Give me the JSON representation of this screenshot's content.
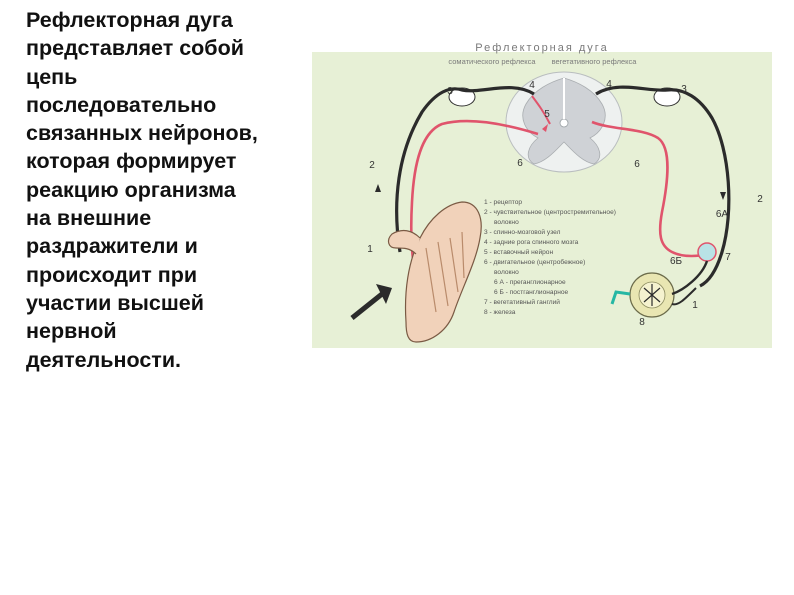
{
  "slide": {
    "lines": [
      "Рефлекторная дуга",
      "представляет собой",
      "цепь",
      "последовательно",
      "связанных нейронов,",
      "которая формирует",
      "реакцию организма",
      "на внешние",
      "раздражители и",
      "происходит при",
      "участии высшей",
      "нервной",
      "деятельности."
    ]
  },
  "figure": {
    "title": "Рефлекторная дуга",
    "subtitle_left": "соматического рефлекса",
    "subtitle_right": "вегетативного рефлекса",
    "labels": {
      "l1": "1",
      "l2": "2",
      "l3": "3",
      "l4": "4",
      "l5": "5",
      "l6": "6",
      "r1": "1",
      "r2": "2",
      "r3": "3",
      "r4": "4",
      "r6": "6",
      "r6a": "6А",
      "r6b": "6Б",
      "r7": "7",
      "r8": "8"
    },
    "legend": [
      "1 - рецептор",
      "2 - чувствительное (центростремительное)",
      "волокно",
      "3 - спинно-мозговой узел",
      "4 - задние рога спинного мозга",
      "5 - вставочный нейрон",
      "6 - двигательное (центробежное)",
      "волокно",
      "6 А - преганглионарное",
      "6 Б - постганглионарное",
      "7 - вегетативный ганглий",
      "8 - железа"
    ],
    "colors": {
      "background": "#e7f0d6",
      "sensory_fiber": "#2b2b2b",
      "motor_fiber": "#e0546c",
      "cord_grey": "#cfd2d6"
    }
  }
}
